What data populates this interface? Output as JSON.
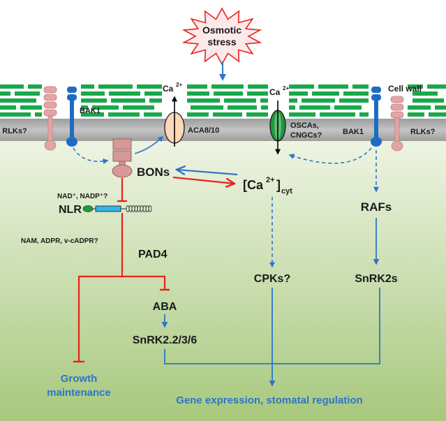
{
  "stress": {
    "label_line1": "Osmotic",
    "label_line2": "stress"
  },
  "labels": {
    "cell_wall": "Cell wall",
    "ca_left": "Ca",
    "ca_right": "Ca",
    "ca_sup": "2+",
    "rlks_left": "RLKs?",
    "bak1_left": "BAK1",
    "aca": "ACA8/10",
    "oscas_line1": "OSCAs,",
    "oscas_line2": "CNGCs?",
    "bak1_right": "BAK1",
    "rlks_right": "RLKs?",
    "bons": "BONs",
    "ca_cyt_main": "[Ca",
    "ca_cyt_sup": "2+",
    "ca_cyt_close": "]",
    "ca_cyt_sub": "cyt",
    "nad": "NAD⁺, NADP⁺?",
    "nlr": "NLR",
    "nam": "NAM, ADPR, v-cADPR?",
    "pad4": "PAD4",
    "rafs": "RAFs",
    "cpks": "CPKs?",
    "snrk2s": "SnRK2s",
    "aba": "ABA",
    "snrk2236": "SnRK2.2/3/6",
    "growth_line1": "Growth",
    "growth_line2": "maintenance",
    "gene_expression": "Gene expression, stomatal regulation"
  },
  "colors": {
    "wall_green": "#1aa84a",
    "membrane_gray": "#b8b8b8",
    "cyto_top": "#eef4e3",
    "cyto_bottom": "#a7c87d",
    "red": "#e8221b",
    "blue": "#2e75c8",
    "rlk_pink": "#e3a4a4",
    "bak1_blue": "#1c6cc4",
    "aca_peach": "#fbd8b8",
    "channel_green": "#1e9a3c",
    "bons_pink": "#d79898",
    "nlr_cyan": "#34b4e4"
  }
}
